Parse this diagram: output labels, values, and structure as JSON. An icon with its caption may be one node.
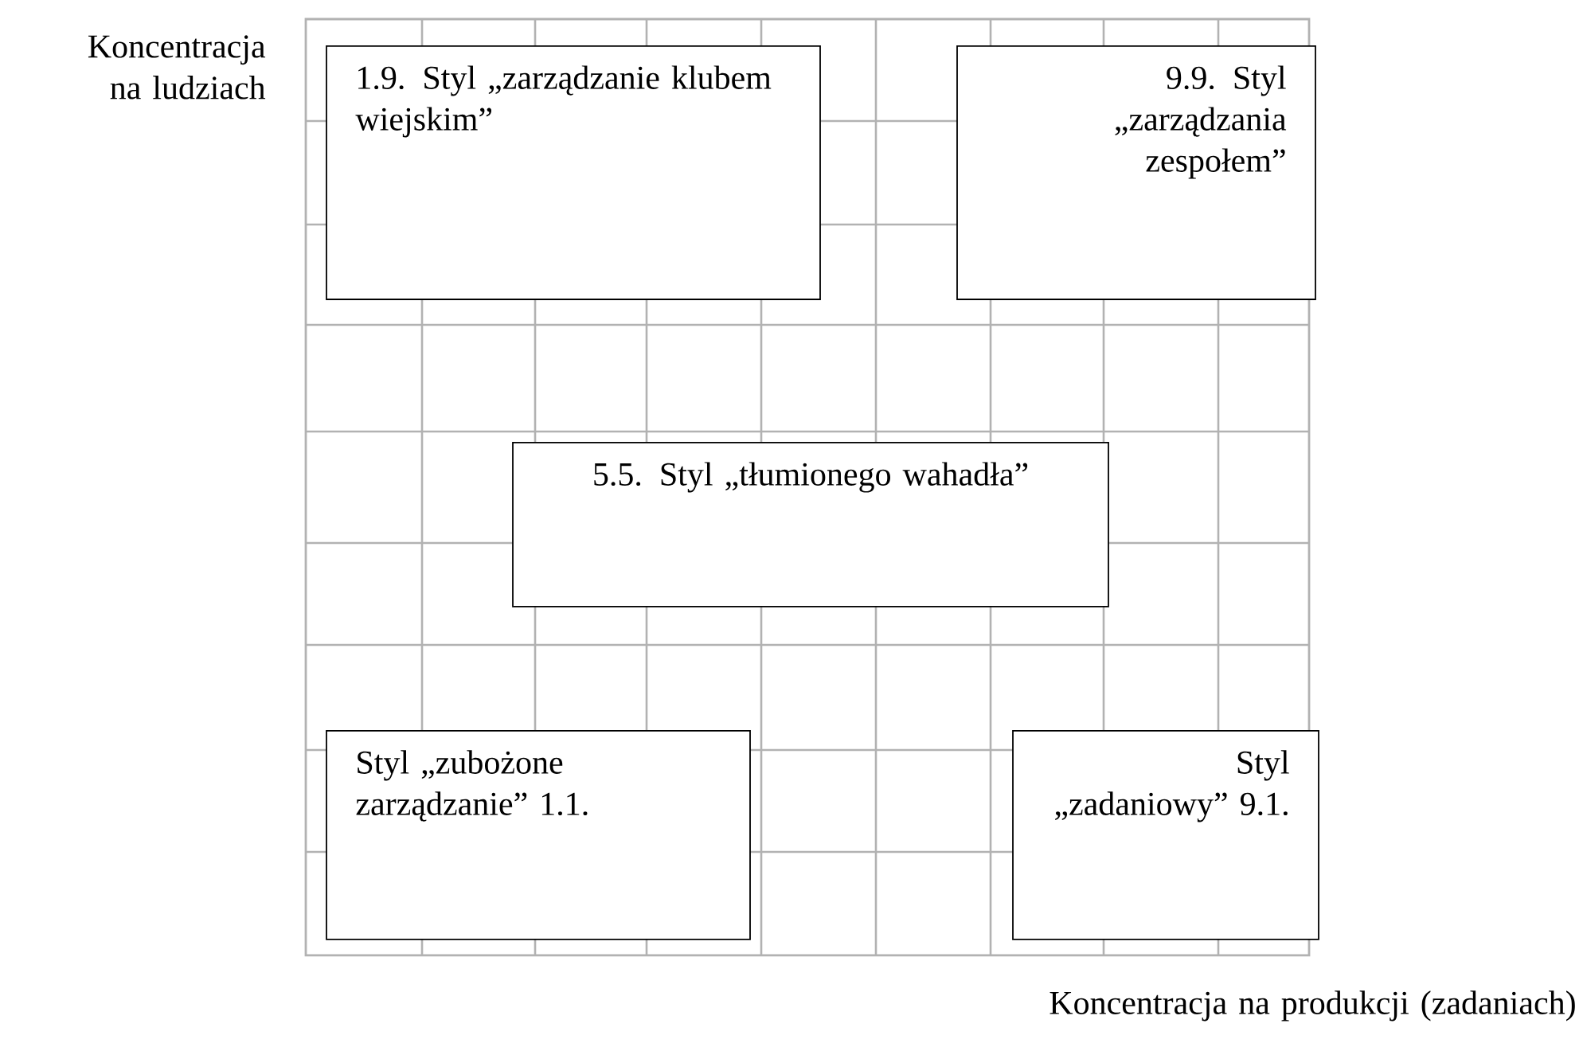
{
  "diagram": {
    "nodes": [
      {
        "text": [
          "1.9. Styl „zarządzanie klubem wiejskim”"
        ]
      },
      {
        "text": [
          "9.9. Styl „zarządzania zespołem”"
        ]
      },
      {
        "text": [
          "5.5. Styl „tłumionego wahadła”"
        ]
      },
      {
        "text": [
          "Styl „zubożone zarządzanie” 1.1."
        ]
      },
      {
        "text": [
          "Styl „zadaniowy” 9.1."
        ]
      }
    ],
    "labels": [
      "Koncentracja na ludziach",
      "Koncentracja na produkcji (zadaniach)"
    ]
  }
}
